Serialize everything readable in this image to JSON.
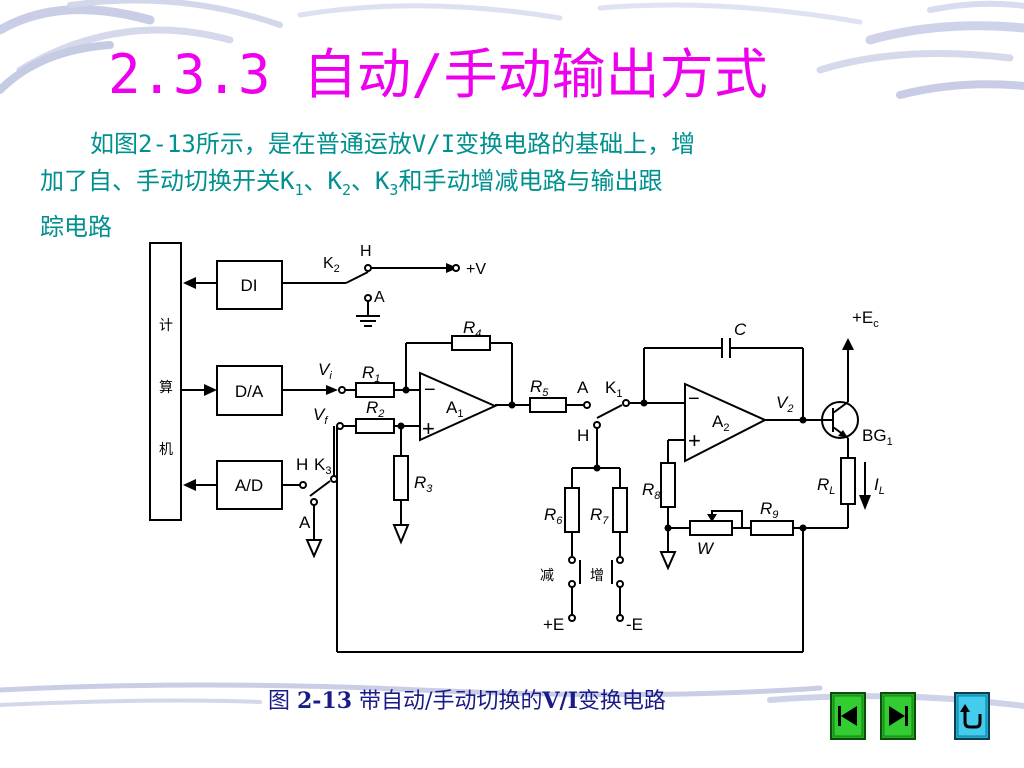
{
  "title": "2.3.3 自动/手动输出方式",
  "paragraph": {
    "line1": "如图2-13所示，是在普通运放V/I变换电路的基础上，增",
    "line2_prefix": "加了自、手动切换开关K",
    "sub1": "1",
    "sep1": "、K",
    "sub2": "2",
    "sep2": "、K",
    "sub3": "3",
    "line2_suffix": "和手动增减电路与输出跟",
    "line3": "踪电路"
  },
  "circuit_labels": {
    "computer": [
      "计",
      "算",
      "机"
    ],
    "di": "DI",
    "da": "D/A",
    "ad": "A/D",
    "k2": "K",
    "k2_sub": "2",
    "h1": "H",
    "plus_v": "+V",
    "a1_label": "A",
    "r4": "R",
    "r4_sub": "4",
    "vi": "V",
    "vi_sub": "i",
    "r1": "R",
    "r1_sub": "1",
    "vf": "V",
    "vf_sub": "f",
    "r2": "R",
    "r2_sub": "2",
    "op1": "A",
    "op1_sub": "1",
    "r5": "R",
    "r5_sub": "5",
    "sw_a": "A",
    "k1": "K",
    "k1_sub": "1",
    "sw_h": "H",
    "c": "C",
    "op2": "A",
    "op2_sub": "2",
    "v2": "V",
    "v2_sub": "2",
    "plus_ec": "+E",
    "plus_ec_sub": "c",
    "bg1": "BG",
    "bg1_sub": "1",
    "rl": "R",
    "rl_sub": "L",
    "il": "I",
    "il_sub": "L",
    "h3": "H",
    "k3": "K",
    "k3_sub": "3",
    "a3": "A",
    "r3": "R",
    "r3_sub": "3",
    "r6": "R",
    "r6_sub": "6",
    "r7": "R",
    "r7_sub": "7",
    "r8": "R",
    "r8_sub": "8",
    "r9": "R",
    "r9_sub": "9",
    "w": "W",
    "dec": "减",
    "inc": "增",
    "plus_e": "+E",
    "minus_e": "-E",
    "minus_sign": "−",
    "plus_sign": "+"
  },
  "caption": {
    "prefix": "图 ",
    "number": "2-13",
    "text": " 带自动/手动切换的",
    "vi": "V/I",
    "suffix": "变换电路"
  },
  "nav": {
    "first": "first-page-icon",
    "last": "last-page-icon",
    "return": "return-icon"
  },
  "colors": {
    "title": "#ee00ee",
    "text": "#009090",
    "caption": "#1a1a88",
    "nav_green": "#22aa22",
    "nav_cyan": "#22aacc"
  }
}
